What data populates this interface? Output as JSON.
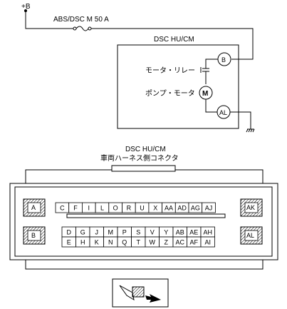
{
  "wiring": {
    "supply_label": "+B",
    "fuse_label": "ABS/DSC M 50 A",
    "unit_label": "DSC HU/CM",
    "terminal_b": "B",
    "terminal_al": "AL",
    "motor_relay_label": "モータ・リレー",
    "pump_motor_label": "ポンプ・モータ",
    "motor_symbol": "M"
  },
  "connector": {
    "title_line1": "DSC HU/CM",
    "title_line2": "車両ハーネス側コネクタ",
    "corner_pins": [
      "A",
      "B",
      "AK",
      "AL"
    ],
    "top_row": [
      "C",
      "F",
      "I",
      "L",
      "O",
      "R",
      "U",
      "X",
      "AA",
      "AD",
      "AG",
      "AJ"
    ],
    "mid_row": [
      "D",
      "G",
      "J",
      "M",
      "P",
      "S",
      "V",
      "Y",
      "AB",
      "AE",
      "AH"
    ],
    "bottom_row": [
      "E",
      "H",
      "K",
      "N",
      "Q",
      "T",
      "W",
      "Z",
      "AC",
      "AF",
      "AI"
    ]
  },
  "colors": {
    "ink": "#000000",
    "paper": "#ffffff"
  }
}
